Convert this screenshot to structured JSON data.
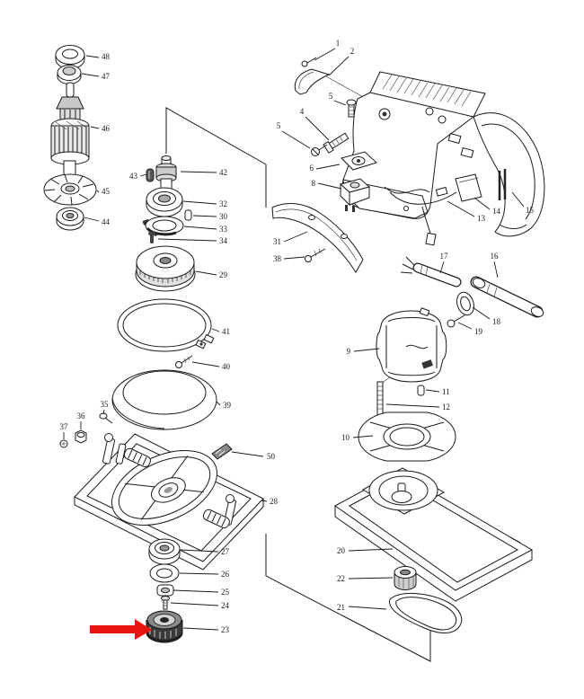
{
  "diagram": {
    "type": "exploded-parts-diagram",
    "subject": "finishing sander exploded parts view",
    "background": "#ffffff",
    "line_color": "#1a1a1a"
  },
  "labels": {
    "1": "1",
    "2": "2",
    "4": "4",
    "5": "5",
    "6": "6",
    "8": "8",
    "9": "9",
    "10": "10",
    "11": "11",
    "12": "12",
    "13": "13",
    "14": "14",
    "15": "15",
    "16": "16",
    "17": "17",
    "18": "18",
    "19": "19",
    "20": "20",
    "21": "21",
    "22": "22",
    "23": "23",
    "24": "24",
    "25": "25",
    "26": "26",
    "27": "27",
    "28": "28",
    "29": "29",
    "30": "30",
    "31": "31",
    "32": "32",
    "33": "33",
    "34": "34",
    "35": "35",
    "36": "36",
    "37": "37",
    "38": "38",
    "39": "39",
    "40": "40",
    "41": "41",
    "42": "42",
    "43": "43",
    "44": "44",
    "45": "45",
    "46": "46",
    "47": "47",
    "48": "48",
    "50": "50"
  },
  "highlight_arrow": {
    "target_label": "23",
    "color": "#e8130c"
  }
}
